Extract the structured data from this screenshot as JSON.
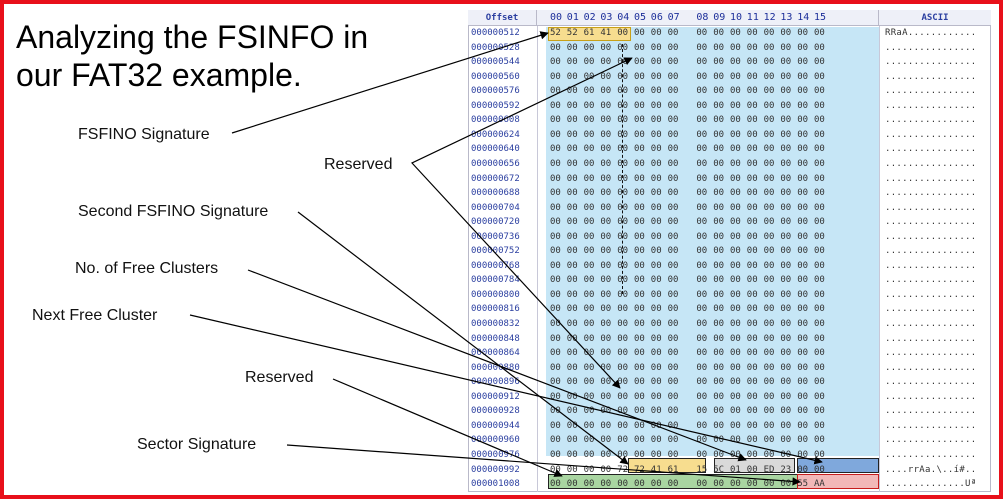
{
  "title_line1": "Analyzing the FSINFO in",
  "title_line2": "our FAT32 example.",
  "labels": {
    "fsinfo_sig": "FSFINO Signature",
    "reserved1": "Reserved",
    "second_sig": "Second FSFINO Signature",
    "free_clusters": "No. of Free Clusters",
    "next_free": "Next Free Cluster",
    "reserved2": "Reserved",
    "sector_sig": "Sector Signature"
  },
  "hex_header": {
    "offset": "Offset",
    "ascii": "ASCII",
    "columns": [
      "00",
      "01",
      "02",
      "03",
      "04",
      "05",
      "06",
      "07",
      "08",
      "09",
      "10",
      "11",
      "12",
      "13",
      "14",
      "15"
    ]
  },
  "offsets": [
    "000000512",
    "000000528",
    "000000544",
    "000000560",
    "000000576",
    "000000592",
    "000000608",
    "000000624",
    "000000640",
    "000000656",
    "000000672",
    "000000688",
    "000000704",
    "000000720",
    "000000736",
    "000000752",
    "000000768",
    "000000784",
    "000000800",
    "000000816",
    "000000832",
    "000000848",
    "000000864",
    "000000880",
    "000000896",
    "000000912",
    "000000928",
    "000000944",
    "000000960",
    "000000976",
    "000000992",
    "000001008"
  ],
  "first_row_bytes": [
    "52",
    "52",
    "61",
    "41",
    "00",
    "00",
    "00",
    "00",
    "00",
    "00",
    "00",
    "00",
    "00",
    "00",
    "00",
    "00"
  ],
  "row_992_bytes": [
    "00",
    "00",
    "00",
    "00",
    "72",
    "72",
    "41",
    "61",
    "15",
    "5C",
    "01",
    "00",
    "ED",
    "23",
    "00",
    "00"
  ],
  "row_1008_bytes": [
    "00",
    "00",
    "00",
    "00",
    "00",
    "00",
    "00",
    "00",
    "00",
    "00",
    "00",
    "00",
    "00",
    "00",
    "55",
    "AA"
  ],
  "ascii_rows": {
    "first": "RRaA............",
    "fill": "................",
    "row_992": "....rrAa.\\..í#..",
    "row_1008": "..............Uª"
  },
  "colors": {
    "frame": "#e8101a",
    "blue_reserved": "#c6e6f6",
    "yellow_sig": "#f7dd8f",
    "gray_free": "#d9d9d9",
    "blue_next": "#7fa8dc",
    "green_reserved": "#a9d5a1",
    "pink_sector": "#f2b8b8"
  }
}
